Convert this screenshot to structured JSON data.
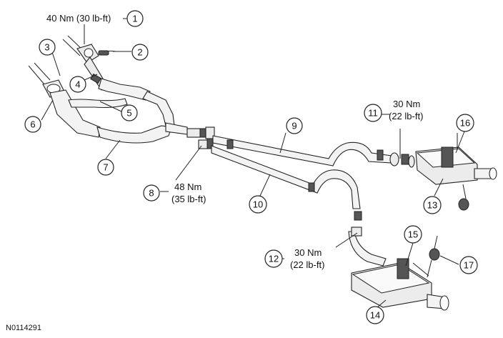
{
  "figure_id": "N0114291",
  "torque_labels": {
    "t1": "40 Nm (30 lb-ft)",
    "t8a": "48 Nm",
    "t8b": "(35 lb-ft)",
    "t11a": "30 Nm",
    "t11b": "(22 lb-ft)",
    "t12a": "30 Nm",
    "t12b": "(22 lb-ft)"
  },
  "callouts": {
    "c1": "1",
    "c2": "2",
    "c3": "3",
    "c4": "4",
    "c5": "5",
    "c6": "6",
    "c7": "7",
    "c8": "8",
    "c9": "9",
    "c10": "10",
    "c11": "11",
    "c12": "12",
    "c13": "13",
    "c14": "14",
    "c15": "15",
    "c16": "16",
    "c17": "17"
  }
}
